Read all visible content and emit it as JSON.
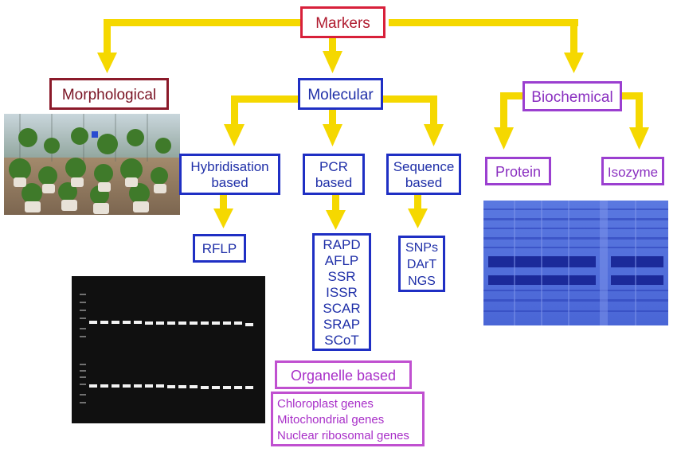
{
  "diagram": {
    "root": "Markers",
    "categories": {
      "morphological": "Morphological",
      "molecular": "Molecular",
      "biochemical": "Biochemical"
    },
    "molecular_types": {
      "hybridisation": [
        "Hybridisation",
        "based"
      ],
      "pcr": [
        "PCR",
        "based"
      ],
      "sequence": [
        "Sequence",
        "based"
      ]
    },
    "hybridisation_markers": [
      "RFLP"
    ],
    "pcr_markers": [
      "RAPD",
      "AFLP",
      "SSR",
      "ISSR",
      "SCAR",
      "SRAP",
      "SCoT"
    ],
    "sequence_markers": [
      "SNPs",
      "DArT",
      "NGS"
    ],
    "organelle": {
      "title": "Organelle based",
      "items": [
        "Chloroplast genes",
        "Mitochondrial genes",
        "Nuclear ribosomal genes"
      ]
    },
    "biochemical_types": {
      "protein": "Protein",
      "isozyme": "Isozyme"
    }
  },
  "colors": {
    "arrow": "#f5d800",
    "root_border": "#d8203a",
    "morph_border": "#8b1a2a",
    "molecular_border": "#1f2fc4",
    "biochem_border": "#9b3fd0"
  }
}
